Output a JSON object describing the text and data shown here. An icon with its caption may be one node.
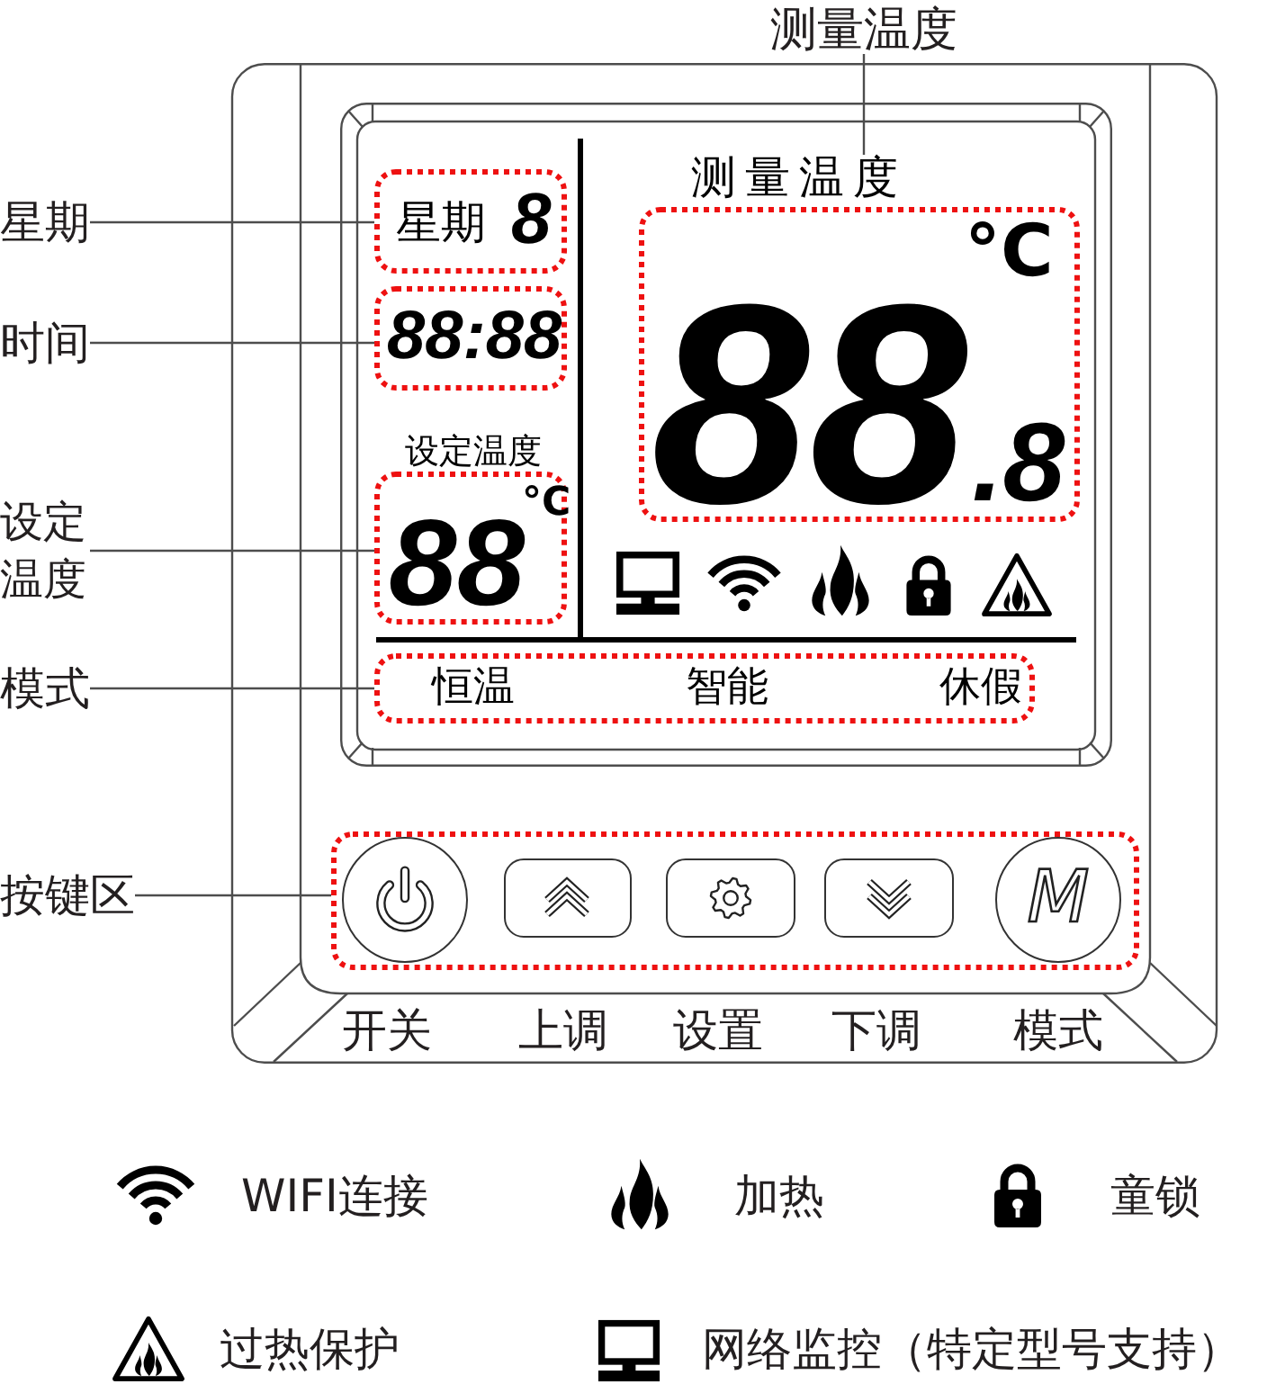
{
  "diagram": {
    "nodes": [
      {
        "text": [
          "测量温度"
        ]
      },
      {
        "text": [
          "星期"
        ]
      },
      {
        "text": [
          "时间"
        ]
      },
      {
        "text": [
          "设定温度"
        ]
      },
      {
        "text": [
          "模式"
        ]
      },
      {
        "text": [
          "按键区"
        ]
      },
      {
        "text": [],
        "shape": "box"
      },
      {
        "text": [],
        "shape": "box",
        "in": 6
      },
      {
        "text": [
          "星期",
          "8"
        ],
        "in": 7
      },
      {
        "text": [
          "88:88"
        ],
        "in": 7
      },
      {
        "text": [
          "设定温度",
          "88",
          "°C"
        ],
        "in": 7
      },
      {
        "text": [
          "测量温度",
          "88",
          ".8",
          "°C"
        ],
        "in": 7
      },
      {
        "text": [
          "恒温",
          "智能",
          "休假"
        ],
        "in": 7
      },
      {
        "text": [],
        "shape": "box",
        "in": 6
      },
      {
        "text": [],
        "shape": "circle",
        "in": 13,
        "beside": [
          "开关"
        ]
      },
      {
        "text": [],
        "shape": "box",
        "in": 13,
        "beside": [
          "上调"
        ]
      },
      {
        "text": [],
        "shape": "box",
        "in": 13,
        "beside": [
          "设置"
        ]
      },
      {
        "text": [],
        "shape": "box",
        "in": 13,
        "beside": [
          "下调"
        ]
      },
      {
        "text": [
          "M"
        ],
        "in": 13,
        "beside": [
          "模式"
        ]
      }
    ],
    "edges": [
      {
        "from": 0,
        "to": 11,
        "arrow": "none"
      },
      {
        "from": 1,
        "to": 8,
        "arrow": "none"
      },
      {
        "from": 2,
        "to": 9,
        "arrow": "none"
      },
      {
        "from": 3,
        "to": 10,
        "arrow": "none"
      },
      {
        "from": 4,
        "to": 12,
        "arrow": "none"
      },
      {
        "from": 5,
        "to": 13,
        "arrow": "none"
      }
    ],
    "legend": [
      {
        "text": "WIFI连接"
      },
      {
        "text": "加热"
      },
      {
        "text": "童锁"
      },
      {
        "text": "过热保护"
      },
      {
        "text": "网络监控（特定型号支持）"
      }
    ]
  }
}
